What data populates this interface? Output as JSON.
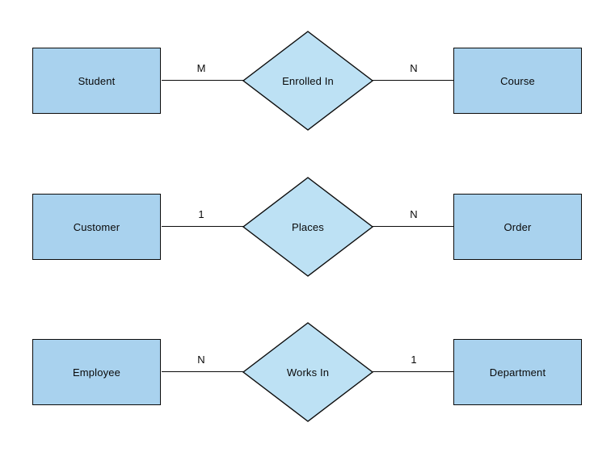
{
  "diagram": {
    "type": "entity-relationship-diagram",
    "background_color": "#ffffff",
    "entity_fill_color": "#a9d2ee",
    "relationship_fill_color": "#bde1f4",
    "stroke_color": "#0c0c0c",
    "text_color": "#0a0a0a",
    "rows": [
      {
        "left_entity": "Student",
        "left_cardinality": "M",
        "relationship": "Enrolled In",
        "right_cardinality": "N",
        "right_entity": "Course"
      },
      {
        "left_entity": "Customer",
        "left_cardinality": "1",
        "relationship": "Places",
        "right_cardinality": "N",
        "right_entity": "Order"
      },
      {
        "left_entity": "Employee",
        "left_cardinality": "N",
        "relationship": "Works In",
        "right_cardinality": "1",
        "right_entity": "Department"
      }
    ]
  }
}
